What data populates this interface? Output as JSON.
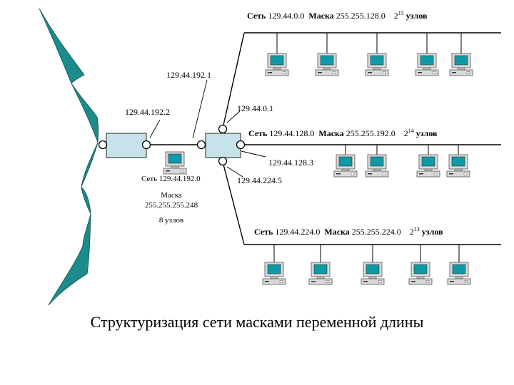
{
  "networks": [
    {
      "id": "net1",
      "network_label": "Сеть",
      "network_address": "129.44.0.0",
      "mask_label": "Маска",
      "mask_value": "255.255.128.0",
      "hosts_base": "2",
      "hosts_exp": "15",
      "hosts_word": "узлов"
    },
    {
      "id": "net2",
      "network_label": "Сеть",
      "network_address": "129.44.128.0",
      "mask_label": "Маска",
      "mask_value": "255.255.192.0",
      "hosts_base": "2",
      "hosts_exp": "14",
      "hosts_word": "узлов"
    },
    {
      "id": "net3",
      "network_label": "Сеть",
      "network_address": "129.44.224.0",
      "mask_label": "Маска",
      "mask_value": "255.255.224.0",
      "hosts_base": "2",
      "hosts_exp": "13",
      "hosts_word": "узлов"
    }
  ],
  "small_network": {
    "network_line": "Сеть 129.44.192.0",
    "mask_label": "Маска",
    "mask_value": "255.255.255.248",
    "hosts": "8 узлов"
  },
  "ip_labels": {
    "router_a_right": "129.44.192.1",
    "router_a_left": "129.44.192.2",
    "router_b_top": "129.44.0.1",
    "router_b_mid": "129.44.128.3",
    "router_b_bottom": "129.44.224.5"
  },
  "caption": "Структуризация сети масками переменной длины",
  "colors": {
    "decor_fill": "#1b8b8b",
    "router_fill": "#c6e2ea",
    "monitor_screen": "#0e9aa6",
    "computer_body": "#d9d9d9"
  },
  "icons": {
    "router": "router-box-icon",
    "computer": "computer-icon",
    "decor": "teal-ribbon-decoration"
  }
}
